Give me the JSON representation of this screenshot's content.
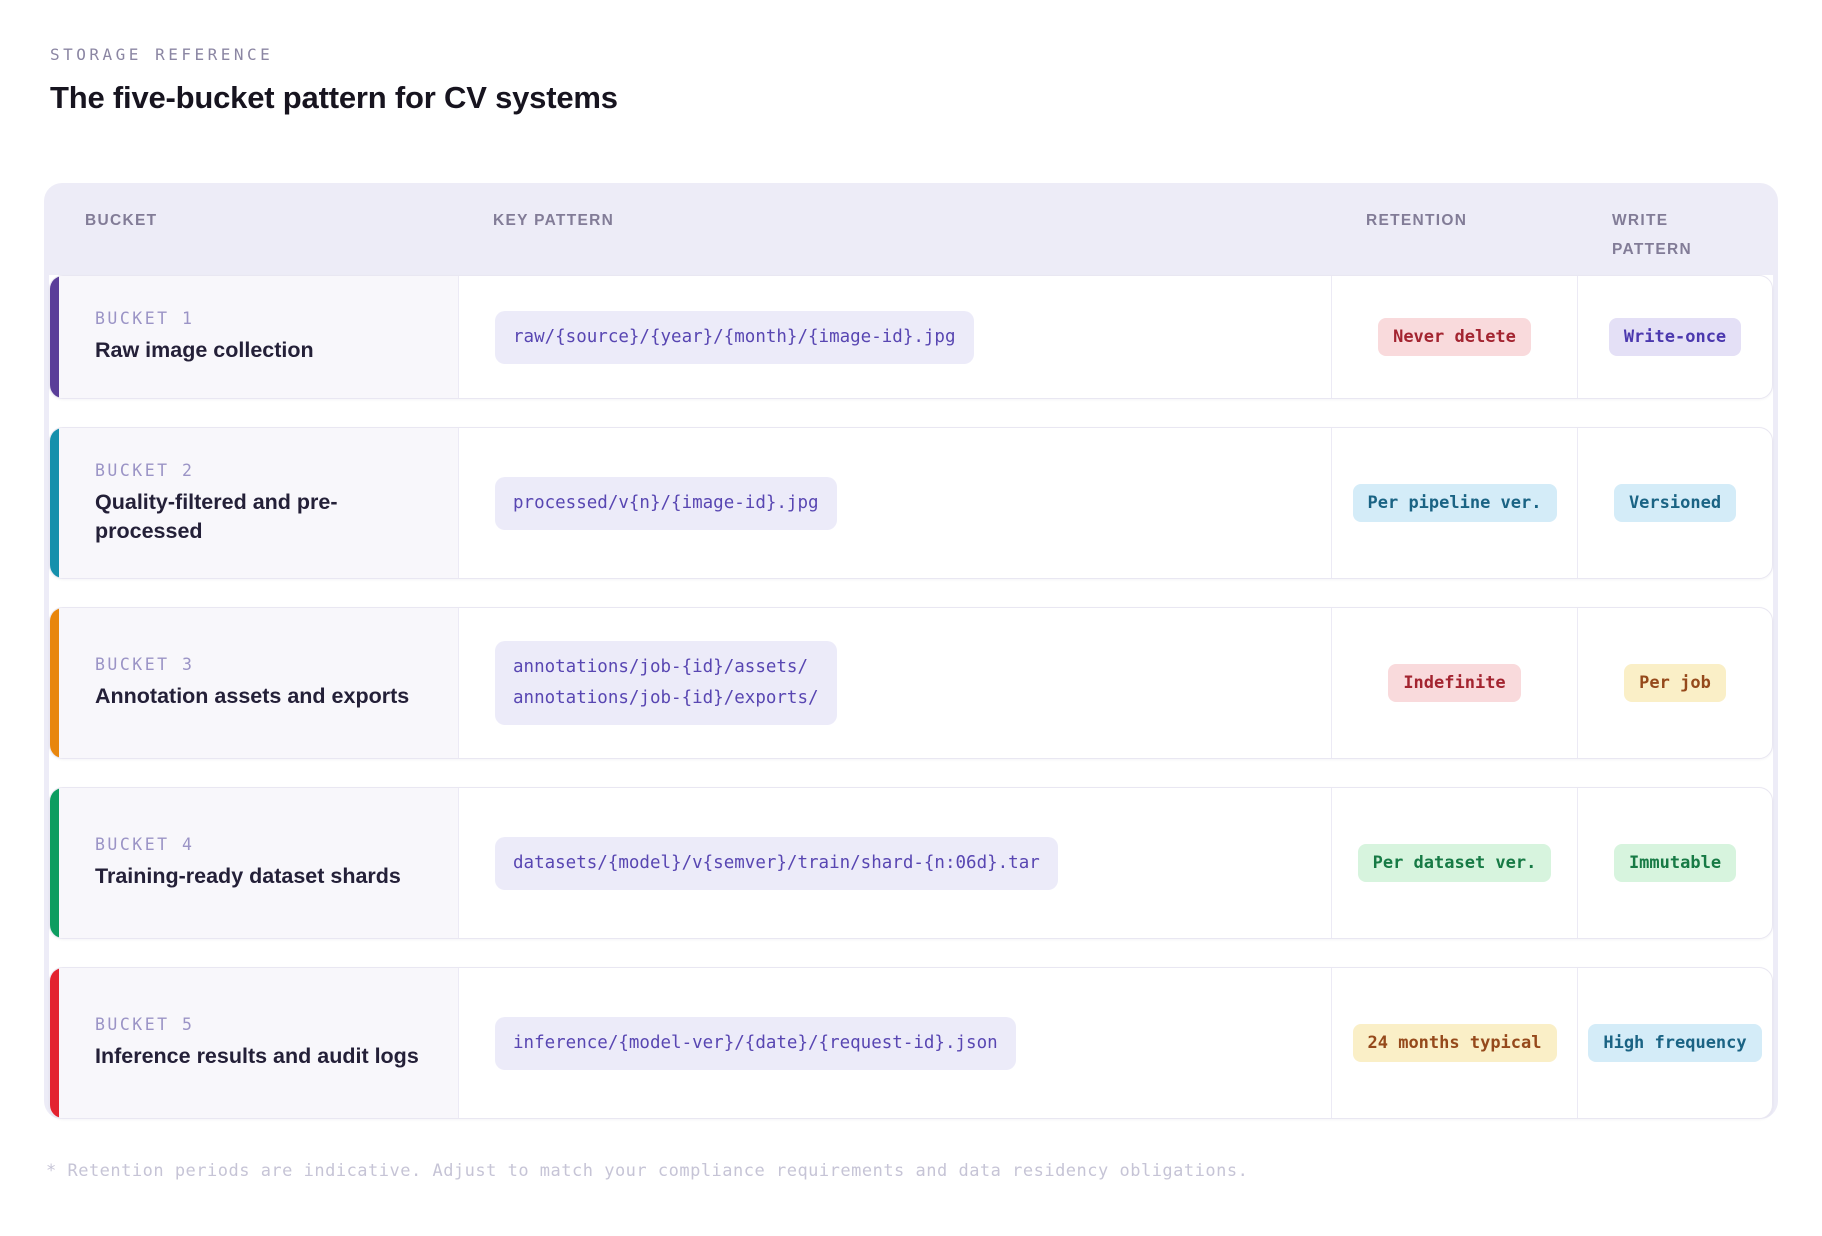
{
  "page": {
    "eyebrow": "STORAGE REFERENCE",
    "title": "The five-bucket pattern for CV systems",
    "footnote": "* Retention periods are indicative. Adjust to match your compliance requirements and data residency obligations."
  },
  "table": {
    "columns": [
      "BUCKET",
      "KEY PATTERN",
      "RETENTION",
      "WRITE PATTERN"
    ],
    "rows": [
      {
        "bucket_label": "BUCKET 1",
        "name": "Raw image collection",
        "accent": "#5a3e99",
        "keys": [
          "raw/{source}/{year}/{month}/{image-id}.jpg"
        ],
        "retention": {
          "text": "Never delete",
          "style": "red"
        },
        "write": {
          "text": "Write-once",
          "style": "purple"
        }
      },
      {
        "bucket_label": "BUCKET 2",
        "name": "Quality-filtered and pre-processed",
        "accent": "#1590ac",
        "keys": [
          "processed/v{n}/{image-id}.jpg"
        ],
        "retention": {
          "text": "Per pipeline ver.",
          "style": "blue"
        },
        "write": {
          "text": "Versioned",
          "style": "blue"
        }
      },
      {
        "bucket_label": "BUCKET 3",
        "name": "Annotation assets and exports",
        "accent": "#e8860d",
        "keys": [
          "annotations/job-{id}/assets/",
          "annotations/job-{id}/exports/"
        ],
        "retention": {
          "text": "Indefinite",
          "style": "red"
        },
        "write": {
          "text": "Per job",
          "style": "yellow"
        }
      },
      {
        "bucket_label": "BUCKET 4",
        "name": "Training-ready dataset shards",
        "accent": "#0d9d60",
        "keys": [
          "datasets/{model}/v{semver}/train/shard-{n:06d}.tar"
        ],
        "retention": {
          "text": "Per dataset ver.",
          "style": "green"
        },
        "write": {
          "text": "Immutable",
          "style": "green"
        }
      },
      {
        "bucket_label": "BUCKET 5",
        "name": "Inference results and audit logs",
        "accent": "#e32330",
        "keys": [
          "inference/{model-ver}/{date}/{request-id}.json"
        ],
        "retention": {
          "text": "24 months typical",
          "style": "yellow"
        },
        "write": {
          "text": "High frequency",
          "style": "blue"
        }
      }
    ]
  },
  "colors": {
    "header_band_bg": "#edecf7",
    "card_border": "#e9e7f2",
    "bucket_cell_bg": "#f8f7fb",
    "key_pill_bg": "#ecebf9",
    "key_pill_fg": "#5846b2",
    "badge_styles": {
      "red": {
        "bg": "#f9dadc",
        "fg": "#a32430"
      },
      "purple": {
        "bg": "#e4e0f6",
        "fg": "#4b38ae"
      },
      "blue": {
        "bg": "#d4ecf8",
        "fg": "#1a6384"
      },
      "yellow": {
        "bg": "#faefc7",
        "fg": "#95491b"
      },
      "green": {
        "bg": "#d7f4de",
        "fg": "#177a45"
      }
    }
  }
}
